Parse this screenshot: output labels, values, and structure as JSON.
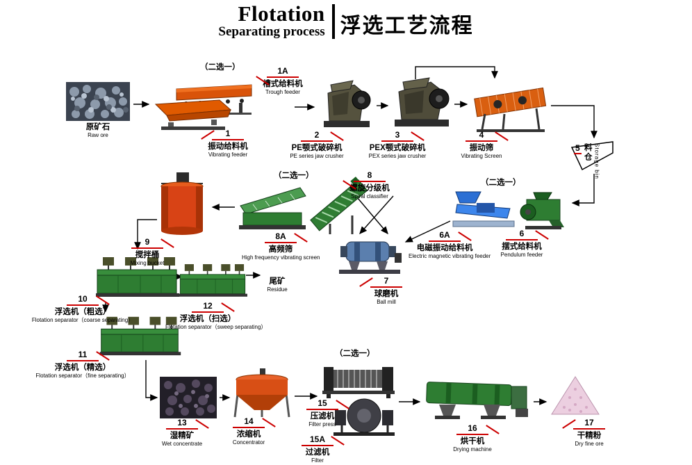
{
  "header": {
    "title_en": "Flotation",
    "subtitle_en": "Separating process",
    "title_zh": "浮选工艺流程"
  },
  "choose_label": "（二选一）",
  "items": {
    "raw_ore": {
      "zh": "原矿石",
      "en": "Raw ore"
    },
    "trough_feeder": {
      "num": "1A",
      "zh": "槽式给料机",
      "en": "Trough feeder"
    },
    "vibrating_feeder": {
      "num": "1",
      "zh": "振动给料机",
      "en": "Vibrating feeder"
    },
    "pe_jaw_crusher": {
      "num": "2",
      "zh": "PE颚式破碎机",
      "en": "PE series jaw crusher"
    },
    "pex_jaw_crusher": {
      "num": "3",
      "zh": "PEX颚式破碎机",
      "en": "PEX series jaw crusher"
    },
    "vibrating_screen": {
      "num": "4",
      "zh": "振动筛",
      "en": "Vibrating Screen"
    },
    "storage_bin": {
      "num": "5",
      "zh": "料仓",
      "en": "Storage bin"
    },
    "pendulum_feeder": {
      "num": "6",
      "zh": "摆式给料机",
      "en": "Pendulum feeder"
    },
    "em_vibrating_feeder": {
      "num": "6A",
      "zh": "电磁振动给料机",
      "en": "Electric magnetic vibrating feeder"
    },
    "ball_mill": {
      "num": "7",
      "zh": "球磨机",
      "en": "Ball mill"
    },
    "spiral_classifier": {
      "num": "8",
      "zh": "螺旋分级机",
      "en": "Spiral classifier"
    },
    "hf_screen": {
      "num": "8A",
      "zh": "高频筛",
      "en": "High frequency vibrating screen"
    },
    "mixing_bucket": {
      "num": "9",
      "zh": "搅拌桶",
      "en": "Mixing bucket"
    },
    "flotation_coarse": {
      "num": "10",
      "zh": "浮选机（粗选）",
      "en": "Flotation separator（coarse separating）"
    },
    "flotation_fine": {
      "num": "11",
      "zh": "浮选机（精选）",
      "en": "Flotation separator（fine separating）"
    },
    "flotation_sweep": {
      "num": "12",
      "zh": "浮选机（扫选）",
      "en": "Flotation separator（sweep separating）"
    },
    "residue": {
      "zh": "尾矿",
      "en": "Residue"
    },
    "wet_concentrate": {
      "num": "13",
      "zh": "湿精矿",
      "en": "Wet concentrate"
    },
    "concentrator": {
      "num": "14",
      "zh": "浓缩机",
      "en": "Concentrator"
    },
    "filter_press": {
      "num": "15",
      "zh": "压滤机",
      "en": "Filter press"
    },
    "filter": {
      "num": "15A",
      "zh": "过滤机",
      "en": "Filter"
    },
    "dryer": {
      "num": "16",
      "zh": "烘干机",
      "en": "Drying machine"
    },
    "dry_fine_ore": {
      "num": "17",
      "zh": "干精粉",
      "en": "Dry fine ore"
    }
  },
  "colors": {
    "leader_red": "#cc0000",
    "machine_orange": "#d95f10",
    "machine_green": "#2e7d32",
    "machine_blue": "#2b6fd4",
    "tank_red": "#d84315",
    "line_black": "#000000"
  }
}
